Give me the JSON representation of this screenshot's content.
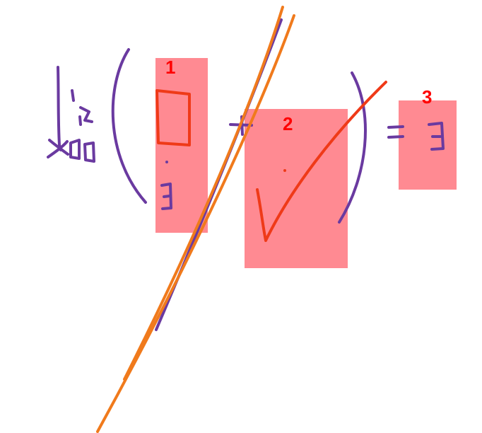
{
  "annotations": [
    {
      "label": "1"
    },
    {
      "label": "2"
    },
    {
      "label": "3"
    }
  ],
  "colors": {
    "region_fill": "#ff8a92",
    "label": "#ff0000",
    "ink_purple": "#6a3aa0",
    "ink_orange": "#f07a1c",
    "ink_red": "#ef3a18"
  }
}
